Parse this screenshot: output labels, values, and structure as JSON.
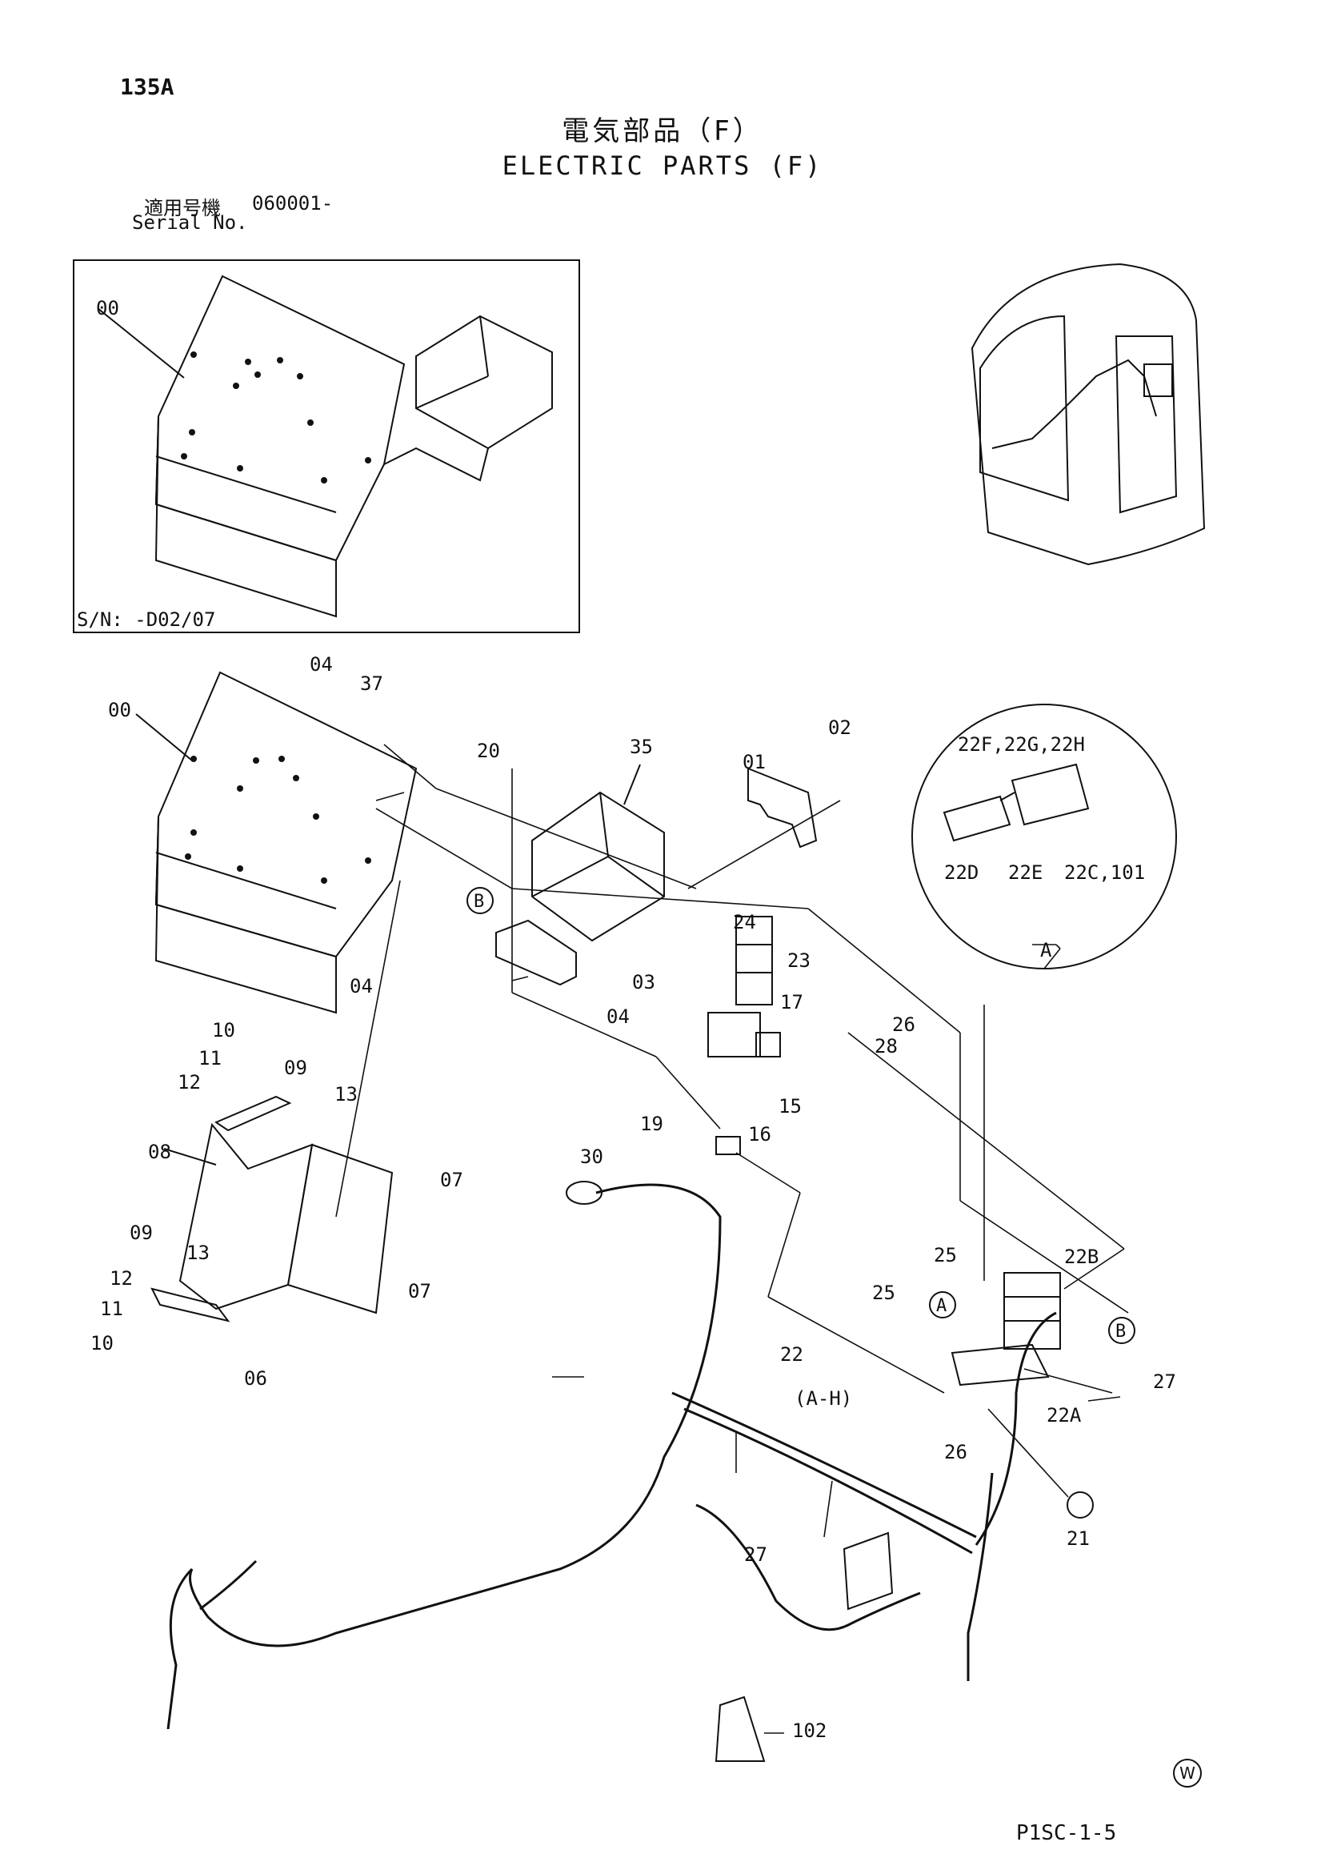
{
  "header": {
    "page_number": "135A",
    "title_jp": "電気部品（F）",
    "title_en": "ELECTRIC PARTS (F)",
    "serial_label_jp": "適用号機",
    "serial_value": "060001-",
    "serial_label_en": "Serial No."
  },
  "inset": {
    "part_00": "00",
    "sn_note": "S/N: -D02/07"
  },
  "callouts": {
    "p00": "00",
    "p01": "01",
    "p02": "02",
    "p03": "03",
    "p04a": "04",
    "p04b": "04",
    "p04c": "04",
    "p06": "06",
    "p07a": "07",
    "p07b": "07",
    "p08": "08",
    "p09a": "09",
    "p09b": "09",
    "p10a": "10",
    "p10b": "10",
    "p11a": "11",
    "p11b": "11",
    "p12a": "12",
    "p12b": "12",
    "p13a": "13",
    "p13b": "13",
    "p15": "15",
    "p16": "16",
    "p17": "17",
    "p19": "19",
    "p20": "20",
    "p21": "21",
    "p22": "22",
    "p22ah": "(A-H)",
    "p22a": "22A",
    "p22b": "22B",
    "p23": "23",
    "p24": "24",
    "p25a": "25",
    "p25b": "25",
    "p26a": "26",
    "p26b": "26",
    "p27a": "27",
    "p27b": "27",
    "p28": "28",
    "p30": "30",
    "p35": "35",
    "p37": "37",
    "p102": "102"
  },
  "detail_a": {
    "parts_top": "22F,22G,22H",
    "part_22d": "22D",
    "part_22e": "22E",
    "part_22c": "22C,101",
    "view_label": "A"
  },
  "markers": {
    "a": "A",
    "b1": "B",
    "b2": "B"
  },
  "footer": {
    "code": "P1SC-1-5",
    "watermark": "W"
  }
}
